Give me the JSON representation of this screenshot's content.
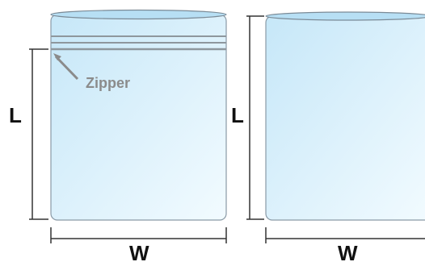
{
  "labels": {
    "zipper": "Zipper",
    "left_length": "L",
    "left_width": "W",
    "right_length": "L",
    "right_width": "W"
  },
  "colors": {
    "bag_top": "#c9e8f8",
    "bag_bottom": "#eef8fd",
    "bag_stroke": "#8a9aa6",
    "rim_fill": "#b7dff4",
    "zipper_line": "#8e979d",
    "dimension_line": "#333333",
    "zipper_text": "#8b8b8b",
    "label_text": "#111111"
  }
}
